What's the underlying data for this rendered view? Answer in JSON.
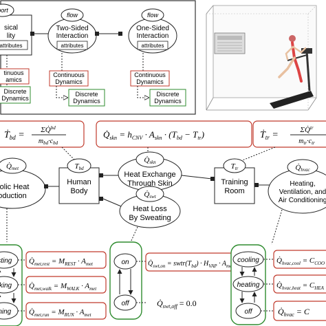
{
  "legend_panel": {
    "port_label": "port",
    "physical_entity": [
      "sical",
      "lity"
    ],
    "attributes": "attributes",
    "flow_label_1": "flow",
    "flow_label_2": "flow",
    "two_sided": [
      "Two-Sided",
      "Interaction"
    ],
    "one_sided": [
      "One-Sided",
      "Interaction"
    ],
    "attr_2": "attributes",
    "attr_3": "attributes",
    "cont_dyn_left": [
      "tinuous",
      "amics"
    ],
    "disc_dyn_left": [
      "Discrete",
      "Dynamics"
    ],
    "cont_dyn_mid": [
      "Continuous",
      "Dynamics"
    ],
    "disc_dyn_mid": [
      "Discrete",
      "Dynamics"
    ],
    "cont_dyn_right": [
      "Continuous",
      "Dynamics"
    ],
    "disc_dyn_right": [
      "Discrete",
      "Dynamics"
    ]
  },
  "equations": {
    "t_bd": "Ṫbd = ΣQ̇bd / mbd·cbd",
    "q_skn": "Q̇skn = hCNV · Askn · (Tbd − Ttr)",
    "t_tr": "Ṫtr = ΣQ̇tr / mtr·ctr",
    "q_met_rest": "Q̇met,rest = MREST · Amet",
    "q_met_walk": "Q̇met,walk = MWALK · Amet",
    "q_met_run": "Q̇met,run = MRUN · Amet",
    "q_swt_on": "Q̇swt,on = swtr(Tbd) · HVAP · Amet",
    "q_swt_off": "Q̇swt,off = 0.0",
    "q_hvac_cool": "Q̇hvac,cool = CCOO",
    "q_hvac_heat": "Q̇hvac,heat = CHEA",
    "q_hvac_off": "Q̇hvac = C"
  },
  "nodes": {
    "q_met_port": "Q̇met",
    "metabolic": [
      "bolic Heat",
      "oduction"
    ],
    "t_bd_port": "Tbd",
    "human_body": [
      "Human",
      "Body"
    ],
    "q_skn_port": "Q̇skn",
    "heat_exchange": [
      "Heat Exchange",
      "Through Skin"
    ],
    "q_swt_port": "Q̇swt",
    "heat_loss": [
      "Heat Loss",
      "By Sweating"
    ],
    "t_tr_port": "Ttr",
    "training_room": [
      "Training",
      "Room"
    ],
    "q_hvac_port": "Q̇hvac",
    "hvac": [
      "Heating,",
      "Ventilation, and",
      "Air Conditioning"
    ]
  },
  "states": {
    "met": [
      "esting",
      "alking",
      "nning"
    ],
    "swt": [
      "on",
      "off"
    ],
    "hvac": [
      "cooling",
      "heating",
      "off"
    ]
  },
  "colors": {
    "red": "#c0392b",
    "green": "#2e8b2e",
    "line": "#222222"
  }
}
